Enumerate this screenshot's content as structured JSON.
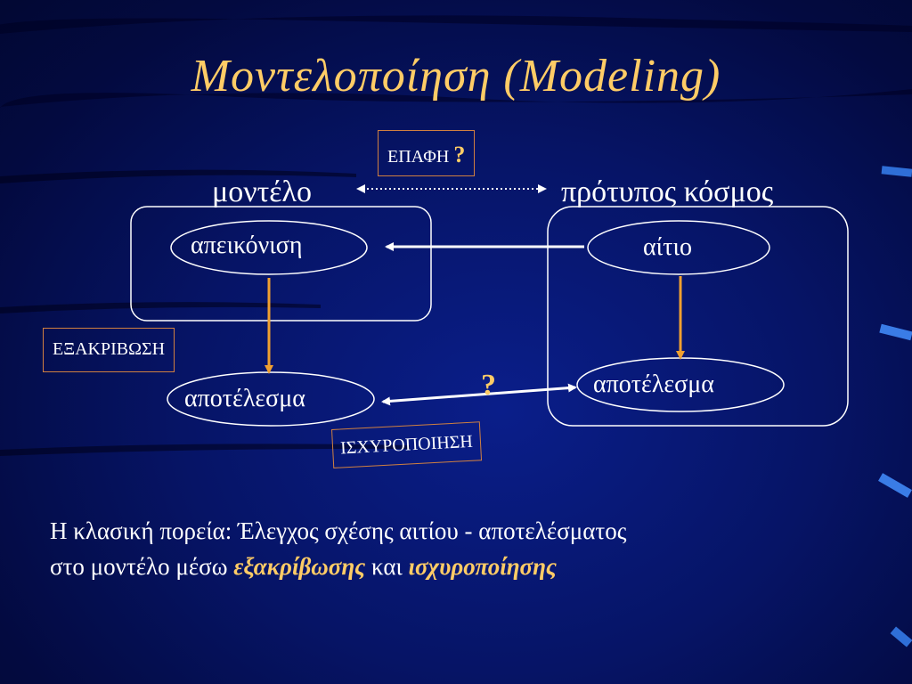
{
  "slide": {
    "title": "Μοντελοποίηση (Modeling)",
    "contact_box": {
      "label": "ΕΠΑΦΗ",
      "mark": "?"
    },
    "model_label": "μοντέλο",
    "world_label": "πρότυπος κόσμος",
    "model_nodes": {
      "representation": "απεικόνιση",
      "result": "αποτέλεσμα"
    },
    "world_nodes": {
      "cause": "αίτιο",
      "result": "αποτέλεσμα"
    },
    "verification_box": "ΕΞΑΚΡΙΒΩΣΗ",
    "validation_box": "ΙΣΧΥΡΟΠΟΙΗΣΗ",
    "comparison_mark": "?",
    "bottom_text": {
      "line1": "Η κλασική πορεία: Έλεγχος σχέσης αιτίου - αποτελέσματος",
      "line2_prefix": "στο μοντέλο μέσω ",
      "line2_emph1": "εξακρίβωσης",
      "line2_mid": " και ",
      "line2_emph2": "ισχυροποίησης"
    },
    "colors": {
      "background": "#061466",
      "title": "#ffcc66",
      "text": "#ffffff",
      "orange_arrow": "#f0a030",
      "box_border": "#d08040"
    }
  }
}
